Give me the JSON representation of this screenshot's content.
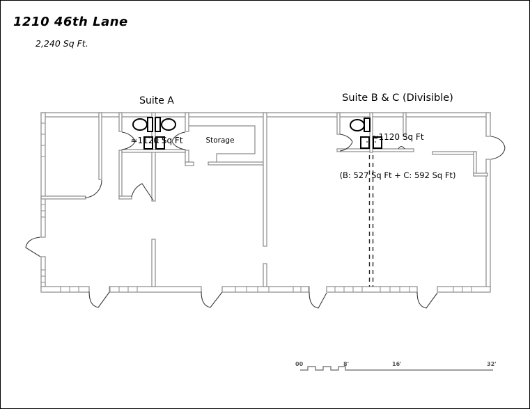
{
  "header": {
    "title": "1210 46th Lane",
    "total_area": "2,240 Sq Ft."
  },
  "suite_a": {
    "name": "Suite A",
    "area": "≈1120 Sq Ft"
  },
  "suite_bc": {
    "name": "Suite B & C (Divisible)",
    "area": "≈1120 Sq Ft",
    "breakdown": "(B: 527 Sq Ft + C: 592 Sq Ft)"
  },
  "rooms": {
    "storage": "Storage"
  },
  "scale_bar": {
    "labels": [
      "00",
      "8'",
      "16'",
      "32'"
    ]
  },
  "colors": {
    "wall": "#8a8a8a",
    "door": "#3a3a3a",
    "fixture": "#000000",
    "divider_dash": "#222222",
    "scale": "#666666"
  }
}
